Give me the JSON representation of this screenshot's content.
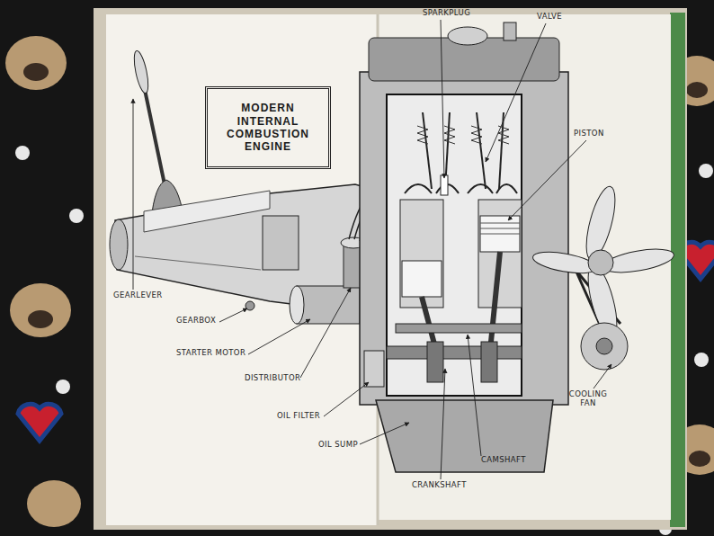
{
  "diagram": {
    "title": "MODERN INTERNAL COMBUSTION ENGINE",
    "labels": [
      "SPARKPLUG",
      "VALVE",
      "PISTON",
      "GEARLEVER",
      "GEARBOX",
      "STARTER MOTOR",
      "DISTRIBUTOR",
      "OIL FILTER",
      "OIL SUMP",
      "CRANKSHAFT",
      "CAMSHAFT",
      "COOLING FAN"
    ]
  }
}
